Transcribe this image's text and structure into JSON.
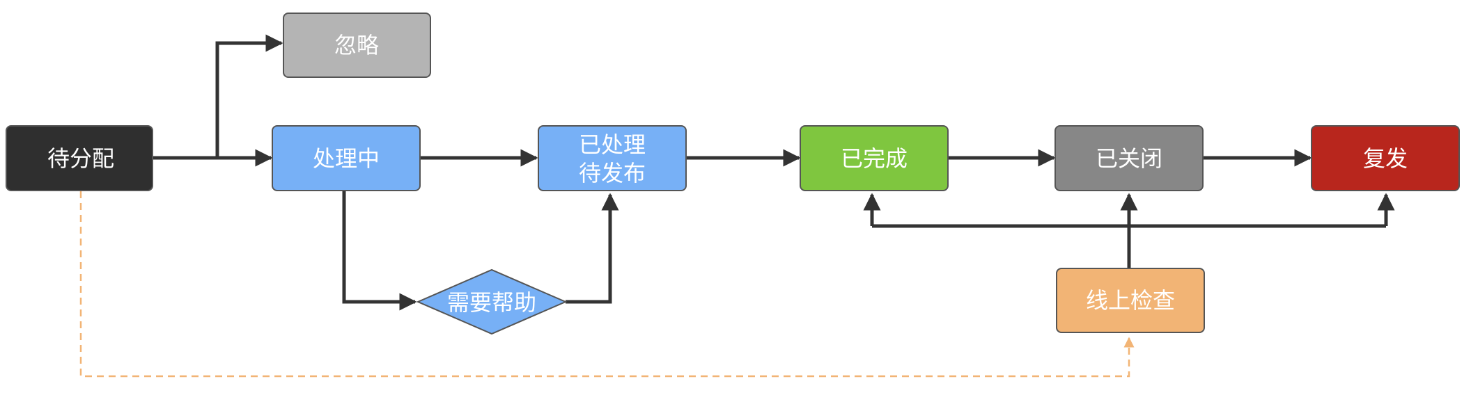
{
  "nodes": {
    "pending_assign": {
      "label": "待分配",
      "color": "#2f2f2f"
    },
    "ignore": {
      "label": "忽略",
      "color": "#b4b4b4"
    },
    "processing": {
      "label": "处理中",
      "color": "#77b0f6"
    },
    "processed_pending_release": {
      "line1": "已处理",
      "line2": "待发布",
      "color": "#77b0f6"
    },
    "completed": {
      "label": "已完成",
      "color": "#7fc63f"
    },
    "closed": {
      "label": "已关闭",
      "color": "#878787"
    },
    "reopened": {
      "label": "复发",
      "color": "#b8261d"
    },
    "need_help": {
      "label": "需要帮助",
      "color": "#77b0f6"
    },
    "online_check": {
      "label": "线上检查",
      "color": "#f2b475"
    }
  },
  "edges": [
    {
      "from": "待分配",
      "to": "忽略"
    },
    {
      "from": "待分配",
      "to": "处理中"
    },
    {
      "from": "处理中",
      "to": "已处理 待发布"
    },
    {
      "from": "处理中",
      "to": "需要帮助"
    },
    {
      "from": "需要帮助",
      "to": "已处理 待发布"
    },
    {
      "from": "已处理 待发布",
      "to": "已完成"
    },
    {
      "from": "已完成",
      "to": "已关闭"
    },
    {
      "from": "已关闭",
      "to": "复发"
    },
    {
      "from": "线上检查",
      "to": "已完成"
    },
    {
      "from": "线上检查",
      "to": "已关闭"
    },
    {
      "from": "线上检查",
      "to": "复发"
    },
    {
      "from": "待分配",
      "to": "线上检查",
      "style": "dashed"
    }
  ],
  "colors": {
    "arrow": "#333333",
    "dashed_arrow": "#f2b475",
    "node_border": "#555555"
  }
}
